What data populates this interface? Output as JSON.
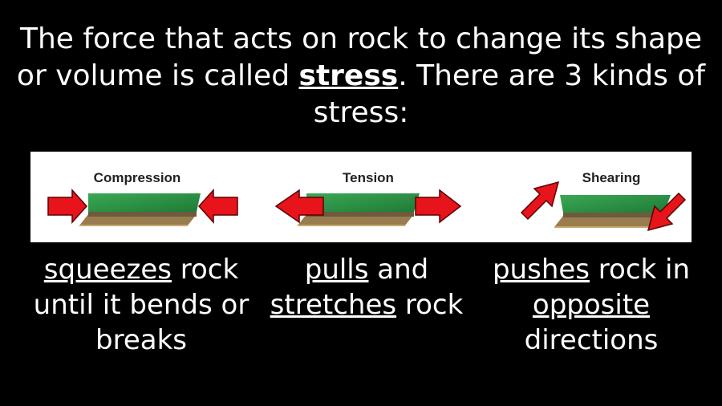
{
  "title": {
    "part1": "The force that acts on rock to change its shape or volume is called ",
    "keyword": "stress",
    "part2": ". There are 3 kinds of stress:"
  },
  "diagram": {
    "labels": {
      "compression": "Compression",
      "tension": "Tension",
      "shearing": "Shearing"
    },
    "colors": {
      "arrow": "#e8141b",
      "arrow_outline": "#5a0000",
      "slab_top": "#2f9a48",
      "slab_side": "#7a6a4a",
      "slab_edge": "#b8955a"
    }
  },
  "captions": {
    "compression": {
      "keyword": "squeezes",
      "rest": " rock until it bends or breaks"
    },
    "tension": {
      "keyword1": "pulls",
      "mid": " and ",
      "keyword2": "stretches",
      "rest": " rock"
    },
    "shearing": {
      "keyword1": "pushes",
      "mid": " rock in ",
      "keyword2": "opposite",
      "rest": " directions"
    }
  }
}
